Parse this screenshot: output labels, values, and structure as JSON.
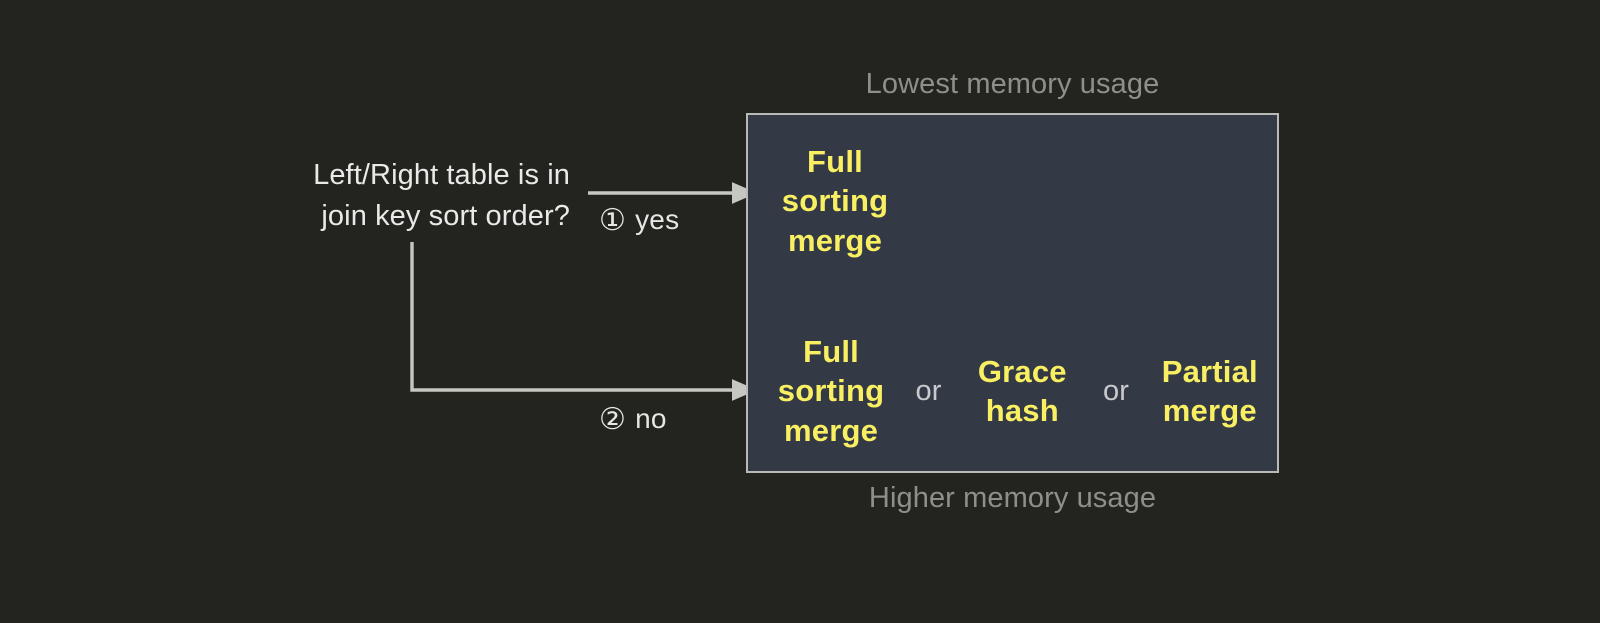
{
  "decision": {
    "question": "Left/Right table is in\njoin key sort order?",
    "branches": [
      {
        "marker": "①",
        "label": "yes"
      },
      {
        "marker": "②",
        "label": "no"
      }
    ]
  },
  "captions": {
    "top": "Lowest memory usage",
    "bottom": "Higher memory usage"
  },
  "results": {
    "tiers": [
      {
        "name": "lowest-memory",
        "options": [
          {
            "text": "Full\nsorting\nmerge"
          }
        ],
        "separators": []
      },
      {
        "name": "higher-memory",
        "options": [
          {
            "text": "Full\nsorting\nmerge"
          },
          {
            "text": "Grace\nhash"
          },
          {
            "text": "Partial\nmerge"
          }
        ],
        "separators": [
          "or",
          "or"
        ]
      }
    ]
  },
  "colors": {
    "page_background": "#23231f",
    "box_background": "#343a45",
    "box_border": "#b9b9b5",
    "option_text": "#f9ef62",
    "caption_text": "#8e8e8b",
    "question_text": "#e9e9e7",
    "connector": "#c6c6c2",
    "separator_text": "#c9cace"
  }
}
